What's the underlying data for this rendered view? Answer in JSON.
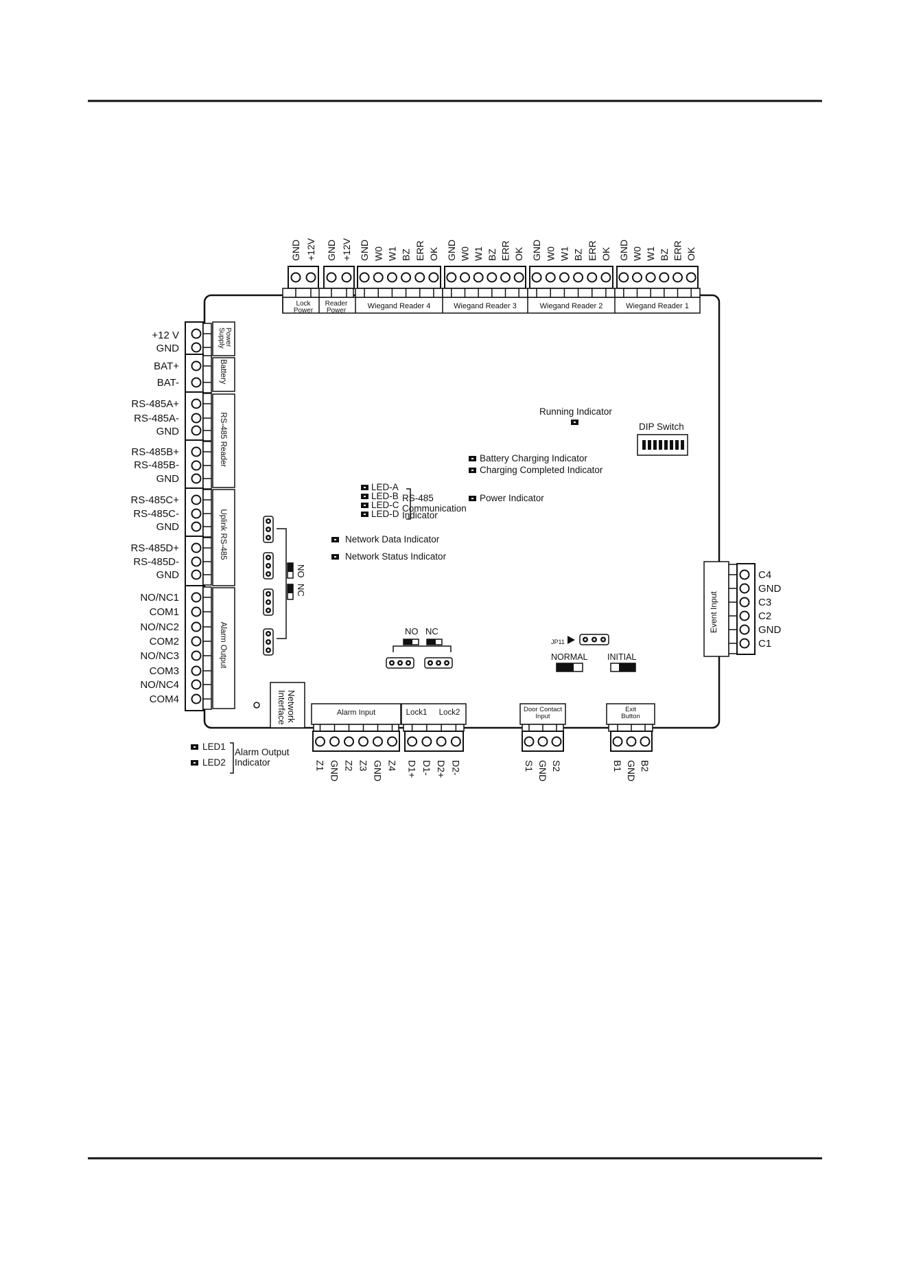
{
  "top_terminals": {
    "lock_power": {
      "pins": [
        "GND",
        "+12V"
      ],
      "label_line1": "Lock",
      "label_line2": "Power"
    },
    "reader_power": {
      "pins": [
        "GND",
        "+12V"
      ],
      "label_line1": "Reader",
      "label_line2": "Power"
    },
    "wiegand_readers": [
      {
        "label": "Wiegand Reader 4",
        "pins": [
          "GND",
          "W0",
          "W1",
          "BZ",
          "ERR",
          "OK"
        ]
      },
      {
        "label": "Wiegand Reader 3",
        "pins": [
          "GND",
          "W0",
          "W1",
          "BZ",
          "ERR",
          "OK"
        ]
      },
      {
        "label": "Wiegand Reader 2",
        "pins": [
          "GND",
          "W0",
          "W1",
          "BZ",
          "ERR",
          "OK"
        ]
      },
      {
        "label": "Wiegand Reader 1",
        "pins": [
          "GND",
          "W0",
          "W1",
          "BZ",
          "ERR",
          "OK"
        ]
      }
    ]
  },
  "left_terminals": [
    {
      "label": "Power Supply",
      "pins": [
        "+12 V",
        "GND"
      ]
    },
    {
      "label": "Battery",
      "pins": [
        "BAT+",
        "BAT-"
      ]
    },
    {
      "label": "RS-485 Reader",
      "pins": [
        "RS-485A+",
        "RS-485A-",
        "GND",
        "RS-485B+",
        "RS-485B-",
        "GND"
      ]
    },
    {
      "label": "Uplink RS-485",
      "pins": [
        "RS-485C+",
        "RS-485C-",
        "GND",
        "RS-485D+",
        "RS-485D-",
        "GND"
      ]
    },
    {
      "label": "Alarm Output",
      "pins": [
        "NO/NC1",
        "COM1",
        "NO/NC2",
        "COM2",
        "NO/NC3",
        "COM3",
        "NO/NC4",
        "COM4"
      ]
    }
  ],
  "right_terminal": {
    "label": "Event Input",
    "pins": [
      "C4",
      "GND",
      "C3",
      "C2",
      "GND",
      "C1"
    ]
  },
  "bottom_terminals": {
    "alarm_input": {
      "label": "Alarm Input",
      "pins": [
        "Z1",
        "GND",
        "Z2",
        "Z3",
        "GND",
        "Z4"
      ]
    },
    "lock": {
      "label1": "Lock1",
      "label2": "Lock2",
      "pins": [
        "D1+",
        "D1-",
        "D2+",
        "D2-"
      ]
    },
    "door_contact": {
      "label_line1": "Door Contact",
      "label_line2": "Input",
      "pins": [
        "S1",
        "GND",
        "S2"
      ]
    },
    "exit_button": {
      "label_line1": "Exit",
      "label_line2": "Button",
      "pins": [
        "B1",
        "GND",
        "B2"
      ]
    }
  },
  "network_interface": {
    "line1": "Network",
    "line2": "Interface"
  },
  "indicators": {
    "running": "Running Indicator",
    "dip_switch": "DIP Switch",
    "battery_charging": "Battery Charging Indicator",
    "charging_completed": "Charging Completed Indicator",
    "power": "Power Indicator",
    "network_data": "Network Data Indicator",
    "network_status": "Network Status Indicator",
    "rs485_leds": [
      "LED-A",
      "LED-B",
      "LED-C",
      "LED-D"
    ],
    "rs485_caption": [
      "RS-485",
      "Communication",
      "Indicator"
    ],
    "alarm_leds": [
      "LED1",
      "LED2"
    ],
    "alarm_caption": [
      "Alarm Output",
      "Indicator"
    ]
  },
  "jumpers": {
    "left_no": "NO",
    "left_nc": "NC",
    "mid_no": "NO",
    "mid_nc": "NC",
    "jp11": "JP11",
    "normal": "NORMAL",
    "initial": "INITIAL"
  }
}
